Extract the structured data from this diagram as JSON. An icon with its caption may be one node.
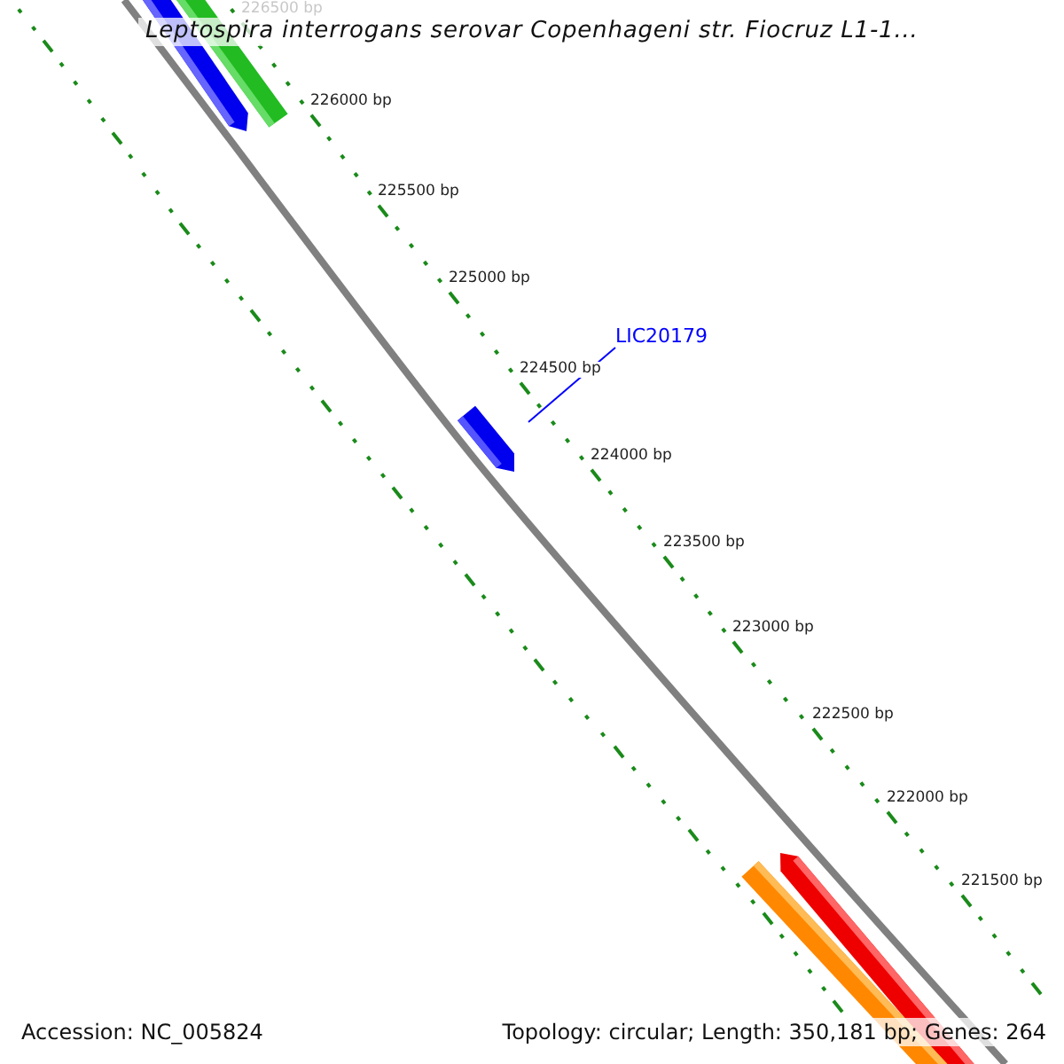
{
  "diagram": {
    "title": "Leptospira interrogans serovar Copenhageni str. Fiocruz L1-1...",
    "nodes": [
      {
        "text": [
          "LIC20179"
        ]
      },
      {
        "text": [],
        "shape": "bar"
      }
    ],
    "edges": [
      {
        "from": 0,
        "to": 1,
        "arrow": "none"
      }
    ],
    "labels": [
      "226500 bp",
      "226000 bp",
      "225500 bp",
      "225000 bp",
      "224500 bp",
      "224000 bp",
      "223500 bp",
      "223000 bp",
      "222500 bp",
      "222000 bp",
      "221500 bp",
      "Accession: NC_005824",
      "Topology: circular; Length: 350,181 bp; Genes: 264"
    ]
  }
}
